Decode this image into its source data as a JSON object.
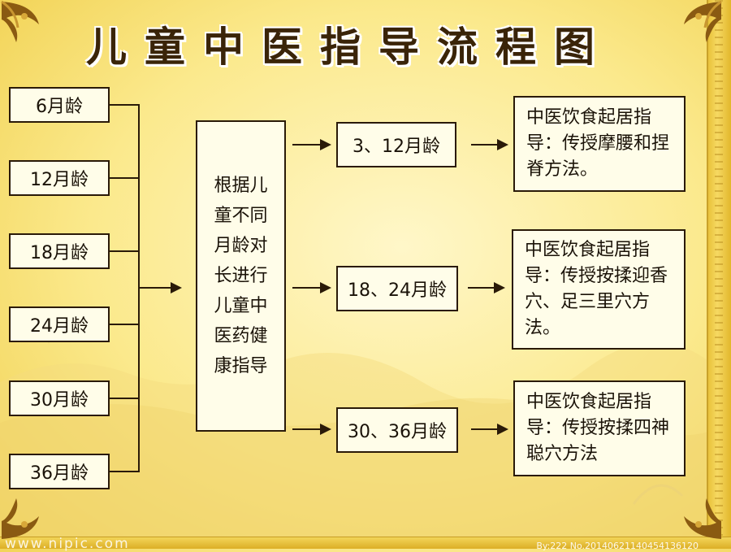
{
  "title": "儿童中医指导流程图",
  "ages": [
    "6月龄",
    "12月龄",
    "18月龄",
    "24月龄",
    "30月龄",
    "36月龄"
  ],
  "center_text": "根据儿童不同月龄对长进行儿童中医药健康指导",
  "center_lines": [
    "根据儿",
    "童不同",
    "月龄对",
    "长进行",
    "儿童中",
    "医药健",
    "康指导"
  ],
  "stages": [
    {
      "label": "3、12月龄",
      "advice": "中医饮食起居指导：传授摩腰和捏脊方法。"
    },
    {
      "label": "18、24月龄",
      "advice": "中医饮食起居指导：传授按揉迎香穴、足三里穴方法。"
    },
    {
      "label": "30、36月龄",
      "advice": "中医饮食起居指导：传授按揉四神聪穴方法"
    }
  ],
  "watermark_left": "www.nipic.com",
  "watermark_right": "By:222 No.20140621140454136120",
  "colors": {
    "background": "#fbe98c",
    "border": "#2a1a08",
    "box_fill": "#fffde9",
    "frame": "#e9c23a"
  }
}
